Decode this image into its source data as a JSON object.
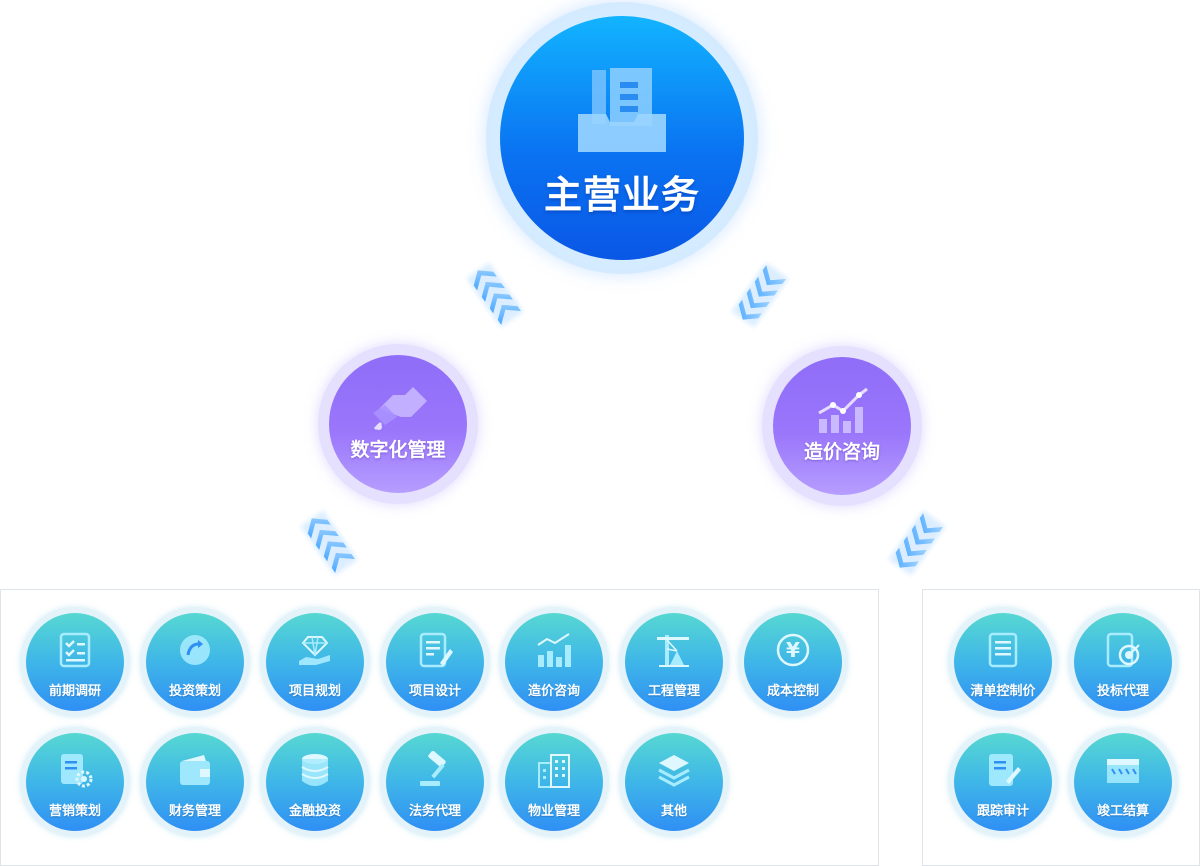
{
  "main": {
    "title": "主营业务",
    "icon": "document-stack-icon"
  },
  "branches": [
    {
      "title": "数字化管理",
      "icon": "handshake-icon"
    },
    {
      "title": "造价咨询",
      "icon": "bar-chart-growth-icon"
    }
  ],
  "left_items": [
    {
      "label": "前期调研",
      "icon": "checklist-icon"
    },
    {
      "label": "投资策划",
      "icon": "circular-arrow-icon"
    },
    {
      "label": "项目规划",
      "icon": "diamond-hand-icon"
    },
    {
      "label": "项目设计",
      "icon": "document-pen-icon"
    },
    {
      "label": "造价咨询",
      "icon": "bar-chart-icon"
    },
    {
      "label": "工程管理",
      "icon": "crane-icon"
    },
    {
      "label": "成本控制",
      "icon": "yen-coin-icon"
    },
    {
      "label": "营销策划",
      "icon": "document-gear-icon"
    },
    {
      "label": "财务管理",
      "icon": "wallet-icon"
    },
    {
      "label": "金融投资",
      "icon": "coin-stack-icon"
    },
    {
      "label": "法务代理",
      "icon": "gavel-icon"
    },
    {
      "label": "物业管理",
      "icon": "building-icon"
    },
    {
      "label": "其他",
      "icon": "layers-icon"
    }
  ],
  "right_items": [
    {
      "label": "清单控制价",
      "icon": "list-document-icon"
    },
    {
      "label": "投标代理",
      "icon": "target-document-icon"
    },
    {
      "label": "跟踪审计",
      "icon": "document-edit-icon"
    },
    {
      "label": "竣工结算",
      "icon": "ruler-panel-icon"
    }
  ]
}
